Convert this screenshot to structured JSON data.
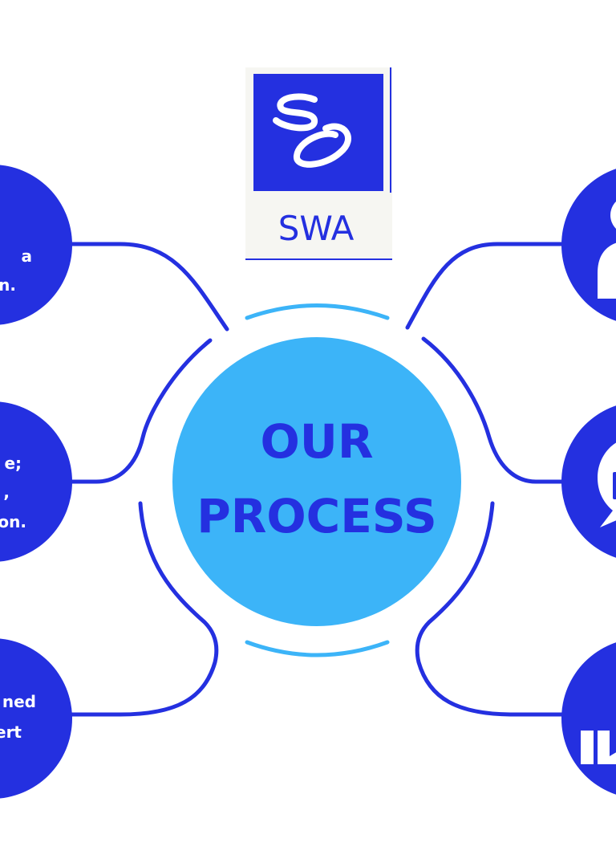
{
  "logo": {
    "text": "SWA"
  },
  "center": {
    "line1": "OUR",
    "line2": "PROCESS"
  },
  "left_nodes": [
    {
      "lines": [
        "a",
        "n."
      ]
    },
    {
      "lines": [
        "e;",
        ",",
        "on."
      ]
    },
    {
      "lines": [
        "ned",
        "ert"
      ]
    }
  ],
  "right_nodes": [
    {
      "icon": "person-icon"
    },
    {
      "icon": "chat-bubble-icon"
    },
    {
      "icon": "document-icon"
    }
  ],
  "colors": {
    "primary_blue": "#2430e0",
    "light_blue": "#3cb4f8",
    "logo_bg": "#f6f6f2",
    "white": "#ffffff"
  }
}
